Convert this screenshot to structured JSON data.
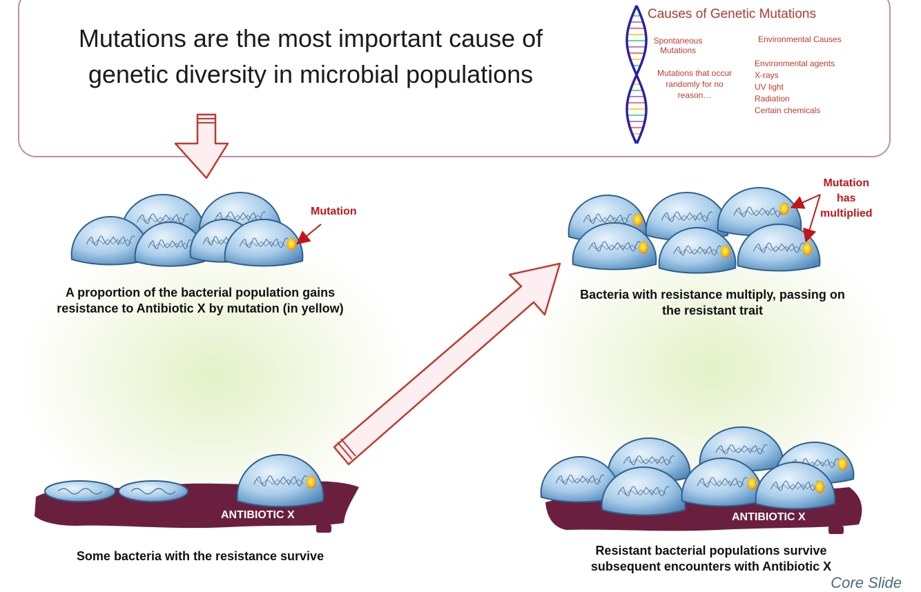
{
  "title_lines": [
    "Mutations are the most important cause of",
    "genetic diversity in microbial populations"
  ],
  "inset": {
    "title": "Causes of Genetic Mutations",
    "left_heading": [
      "Spontaneous",
      "Mutations"
    ],
    "left_body": [
      "Mutations that occur",
      "randomly for no",
      "reason…"
    ],
    "right_heading": "Environmental Causes",
    "right_body": [
      "Environmental agents",
      "X-rays",
      "UV light",
      "Radiation",
      "Certain chemicals"
    ]
  },
  "labels": {
    "mutation": "Mutation",
    "mutation_multiplied": [
      "Mutation",
      "has",
      "multiplied"
    ],
    "antibiotic": "ANTIBIOTIC X"
  },
  "captions": {
    "stage1": [
      "A proportion of the bacterial population gains",
      "resistance to Antibiotic X by mutation (in yellow)"
    ],
    "stage2": [
      "Bacteria with resistance multiply, passing on",
      "the resistant trait"
    ],
    "stage3": "Some bacteria with the resistance survive",
    "stage4": [
      "Resistant bacterial populations survive",
      "subsequent encounters with Antibiotic X"
    ]
  },
  "footer": "Core Slide",
  "colors": {
    "bacteria_fill": "#a9cdea",
    "bacteria_outline": "#2f5f8c",
    "antibiotic": "#6b1f3e",
    "mutation_dot": "#f2c417",
    "label_red": "#c0161c",
    "arrow_outline": "#c0392b",
    "arrow_fill": "#fdeef2",
    "box_outline": "#b98fa3",
    "dna_blue": "#2b1fa8"
  }
}
